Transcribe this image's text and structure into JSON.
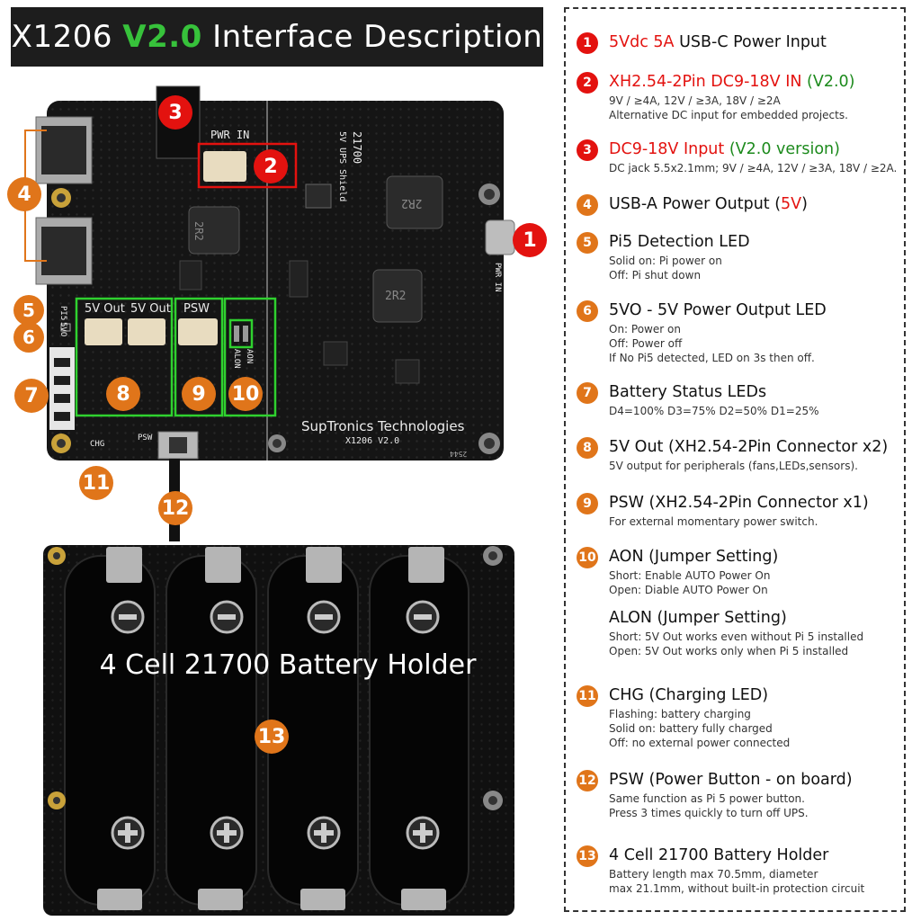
{
  "title": {
    "prefix": "X1206 ",
    "version": "V2.0",
    "suffix": " Interface Description"
  },
  "board": {
    "pwr_in": "PWR IN",
    "model_21700": "21700",
    "ups_shield": "5V UPS Shield",
    "pwr_in_side": "PWR IN",
    "inductor_a": "2R2",
    "inductor_b": "2R2",
    "inductor_c": "2R2",
    "pi5_label": "PI5",
    "svo_label": "5VO",
    "out1": "5V Out",
    "out2": "5V Out",
    "psw_conn": "PSW",
    "aon": "AON",
    "alon": "ALON",
    "maker": "SupTronics Technologies",
    "model": "X1206  V2.0",
    "chg": "CHG",
    "psw_btn": "PSW",
    "code": "2544"
  },
  "holder": {
    "title": "4 Cell 21700 Battery Holder"
  },
  "badges": [
    "1",
    "2",
    "3",
    "4",
    "5",
    "6",
    "7",
    "8",
    "9",
    "10",
    "11",
    "12",
    "13"
  ],
  "items": [
    {
      "num": "1",
      "color": "red",
      "head": [
        {
          "t": "5Vdc 5A",
          "c": "r"
        },
        {
          "t": " USB-C Power Input",
          "c": ""
        }
      ],
      "lines": []
    },
    {
      "num": "2",
      "color": "red",
      "head": [
        {
          "t": "XH2.54-2Pin DC9-18V IN",
          "c": "r"
        },
        {
          "t": " (V2.0)",
          "c": "g"
        }
      ],
      "lines": [
        "9V / ≥4A, 12V / ≥3A, 18V / ≥2A",
        "Alternative DC input for embedded projects."
      ]
    },
    {
      "num": "3",
      "color": "red",
      "head": [
        {
          "t": "DC9-18V Input",
          "c": "r"
        },
        {
          "t": " (V2.0 version)",
          "c": "g"
        }
      ],
      "lines": [
        "DC jack 5.5x2.1mm;  9V / ≥4A, 12V / ≥3A, 18V / ≥2A."
      ]
    },
    {
      "num": "4",
      "color": "orange",
      "head": [
        {
          "t": "USB-A Power Output (",
          "c": ""
        },
        {
          "t": "5V",
          "c": "r"
        },
        {
          "t": ")",
          "c": ""
        }
      ],
      "lines": []
    },
    {
      "num": "5",
      "color": "orange",
      "head": [
        {
          "t": "Pi5 Detection LED",
          "c": ""
        }
      ],
      "lines": [
        "Solid on: Pi power on",
        "Off: Pi shut down"
      ]
    },
    {
      "num": "6",
      "color": "orange",
      "head": [
        {
          "t": "5VO - 5V Power Output LED",
          "c": ""
        }
      ],
      "lines": [
        "On: Power on",
        "Off: Power off",
        "If No Pi5 detected, LED on 3s then off."
      ]
    },
    {
      "num": "7",
      "color": "orange",
      "head": [
        {
          "t": "Battery Status LEDs",
          "c": ""
        }
      ],
      "lines": [
        "D4=100%  D3=75%  D2=50%  D1=25%"
      ]
    },
    {
      "num": "8",
      "color": "orange",
      "head": [
        {
          "t": "5V Out (XH2.54-2Pin Connector x2)",
          "c": ""
        }
      ],
      "lines": [
        "5V output for peripherals (fans,LEDs,sensors)."
      ]
    },
    {
      "num": "9",
      "color": "orange",
      "head": [
        {
          "t": "PSW (XH2.54-2Pin Connector x1)",
          "c": ""
        }
      ],
      "lines": [
        "For external momentary power switch."
      ]
    },
    {
      "num": "10",
      "color": "orange",
      "head": [
        {
          "t": "AON (Jumper Setting)",
          "c": ""
        }
      ],
      "lines": [
        "Short: Enable AUTO Power On",
        "Open: Diable AUTO Power On"
      ]
    },
    {
      "num": "",
      "color": "",
      "head": [
        {
          "t": "ALON (Jumper Setting)",
          "c": ""
        }
      ],
      "lines": [
        "Short: 5V Out works even without Pi 5 installed",
        "Open: 5V Out works only when Pi 5 installed"
      ]
    },
    {
      "num": "11",
      "color": "orange",
      "head": [
        {
          "t": "CHG (Charging LED)",
          "c": ""
        }
      ],
      "lines": [
        "Flashing: battery charging",
        "Solid on: battery fully charged",
        "Off: no external power connected"
      ]
    },
    {
      "num": "12",
      "color": "orange",
      "head": [
        {
          "t": "PSW (Power Button - on board)",
          "c": ""
        }
      ],
      "lines": [
        "Same function as Pi 5 power button.",
        "Press 3 times quickly to turn off UPS."
      ]
    },
    {
      "num": "13",
      "color": "orange",
      "head": [
        {
          "t": "4 Cell 21700 Battery Holder",
          "c": ""
        }
      ],
      "lines": [
        "Battery length max 70.5mm, diameter",
        "max 21.1mm, without built-in protection circuit"
      ]
    }
  ],
  "colors": {
    "red": "#e3120f",
    "orange": "#e0751a",
    "green": "#37c23b",
    "pcb": "#151515",
    "highlight": "#2fd12f"
  }
}
